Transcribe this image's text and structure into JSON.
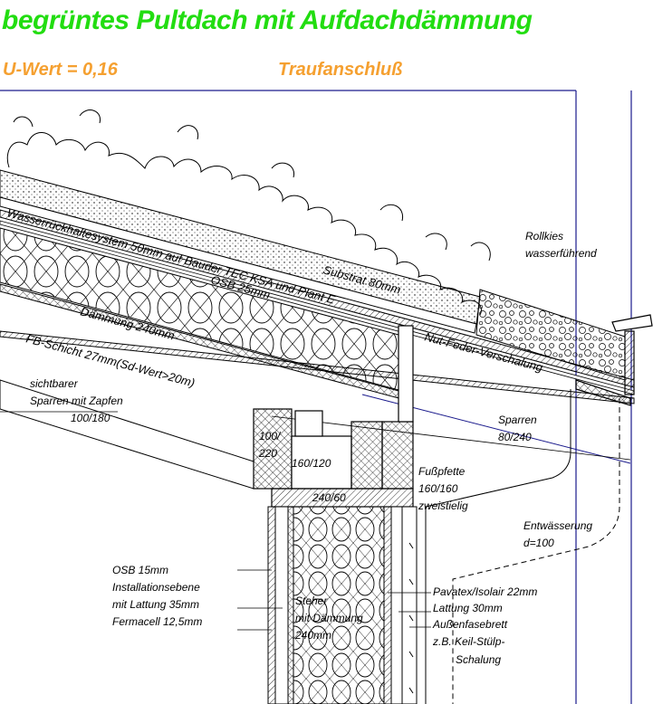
{
  "header": {
    "title": "begrüntes Pultdach mit Aufdachdämmung",
    "u_value": "U-Wert = 0,16",
    "section": "Traufanschluß"
  },
  "colors": {
    "title": "#22dd11",
    "subtitle": "#f5a030",
    "frame": "#1a1a8c",
    "ink": "#000000"
  },
  "labels": {
    "wasserrueckhalt": "Wasserrückhaltesystem 50mm auf Bauder TEC KSA und Plant E",
    "substrat": "Substrat 80mm",
    "osb25": "OSB 25mm",
    "daemmung": "Dämmung 240mm",
    "fb_schicht": "FB-Schicht 27mm(Sd-Wert>20m)",
    "nut_feder": "Nut-Feder-Verschalung",
    "rollkies_1": "Rollkies",
    "rollkies_2": "wasserführend",
    "sichtbarer_1": "sichtbarer",
    "sichtbarer_2": "Sparren mit Zapfen",
    "sichtbarer_3": "100/180",
    "sparren_1": "Sparren",
    "sparren_2": "80/240",
    "dim_100": "100/",
    "dim_220": "220",
    "dim_160_120": "160/120",
    "dim_240_60": "240/60",
    "fusspfette_1": "Fußpfette",
    "fusspfette_2": "160/160",
    "fusspfette_3": "zweistielig",
    "entwaesserung_1": "Entwässerung",
    "entwaesserung_2": "d=100",
    "osb15": "OSB 15mm",
    "install_1": "Installationsebene",
    "install_2": "mit Lattung 35mm",
    "fermacell": "Fermacell 12,5mm",
    "steher_1": "Steher",
    "steher_2": "mit Dämmung",
    "steher_3": "240mm",
    "pavatex": "Pavatex/Isolair 22mm",
    "lattung30": "Lattung 30mm",
    "aussenfase": "Außenfasebrett",
    "keil_1": "z.B. Keil-Stülp-",
    "keil_2": "Schalung"
  }
}
